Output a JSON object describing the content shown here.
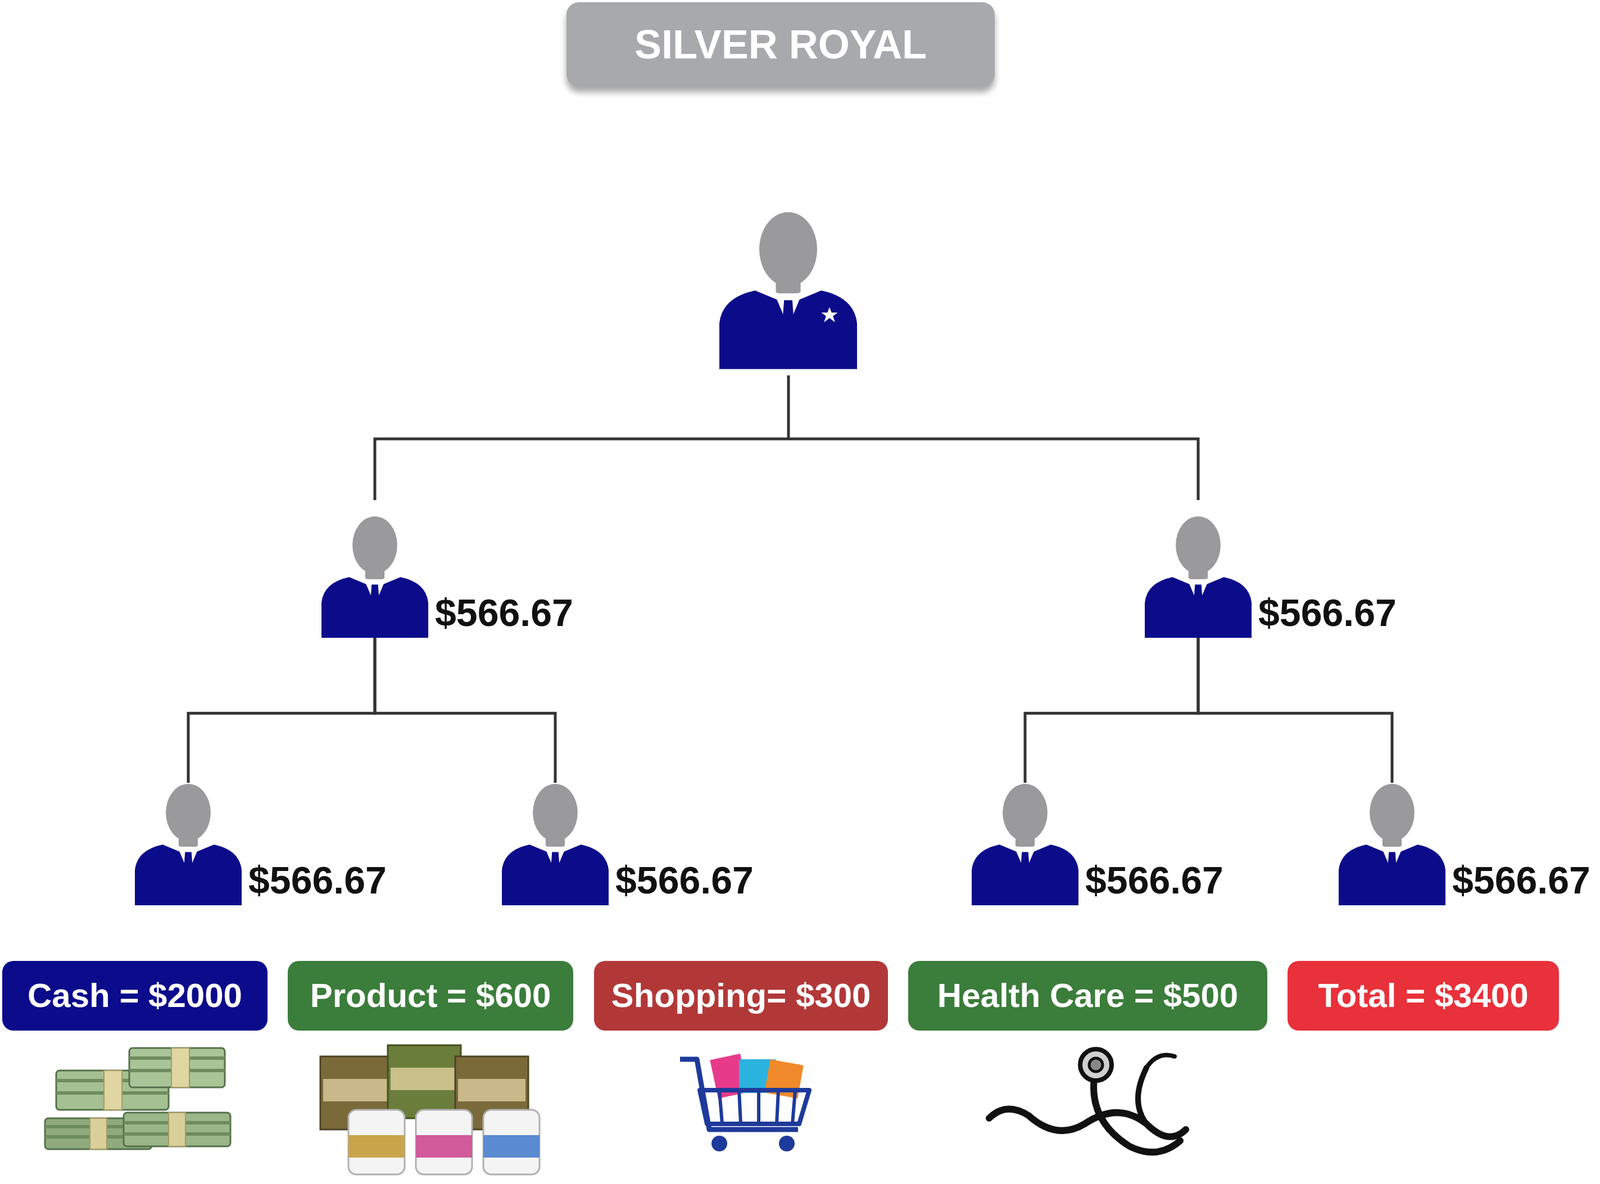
{
  "diagram": {
    "title": "SILVER ROYAL",
    "nodes": [
      {
        "text": [
          "$566.67"
        ]
      },
      {
        "text": [
          "$566.67"
        ]
      },
      {
        "text": [
          "$566.67"
        ]
      },
      {
        "text": [
          "$566.67"
        ]
      },
      {
        "text": [
          "$566.67"
        ]
      },
      {
        "text": [
          "$566.67"
        ]
      },
      {
        "text": [
          "Cash = $2000"
        ]
      },
      {
        "text": [
          "Product = $600"
        ]
      },
      {
        "text": [
          "Shopping= $300"
        ]
      },
      {
        "text": [
          "Health Care = $500"
        ]
      },
      {
        "text": [
          "Total = $3400"
        ]
      }
    ],
    "edges": [
      {
        "from": 0,
        "to": 2,
        "arrow": "none"
      },
      {
        "from": 0,
        "to": 3,
        "arrow": "none"
      },
      {
        "from": 1,
        "to": 4,
        "arrow": "none"
      },
      {
        "from": 1,
        "to": 5,
        "arrow": "none"
      }
    ]
  }
}
